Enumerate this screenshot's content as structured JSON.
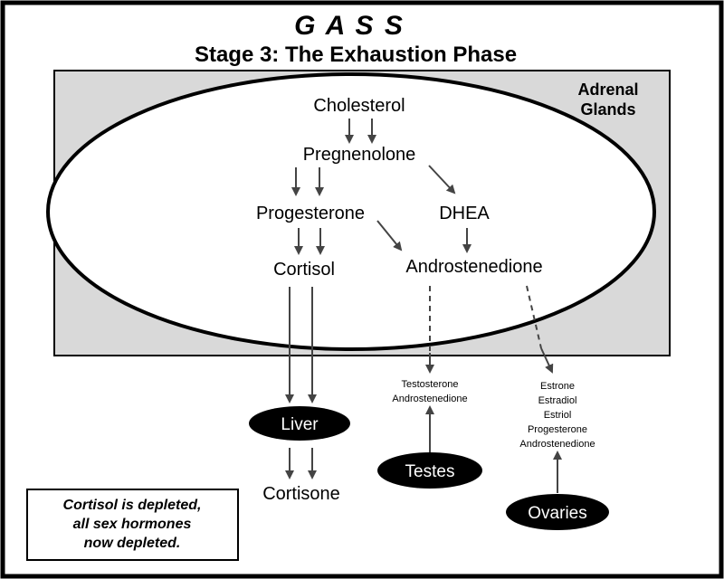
{
  "header": {
    "title": "G A S S",
    "subtitle": "Stage 3:  The Exhaustion Phase"
  },
  "adrenal": {
    "label_line1": "Adrenal",
    "label_line2": "Glands"
  },
  "nodes": {
    "cholesterol": "Cholesterol",
    "pregnenolone": "Pregnenolone",
    "progesterone": "Progesterone",
    "dhea": "DHEA",
    "cortisol": "Cortisol",
    "androstenedione": "Androstenedione",
    "cortisone": "Cortisone"
  },
  "organs": {
    "liver": "Liver",
    "testes": "Testes",
    "ovaries": "Ovaries"
  },
  "testes_hormones": [
    "Testosterone",
    "Androstenedione"
  ],
  "ovaries_hormones": [
    "Estrone",
    "Estradiol",
    "Estriol",
    "Progesterone",
    "Androstenedione"
  ],
  "note": {
    "line1": "Cortisol is depleted,",
    "line2": "all sex hormones",
    "line3": "now depleted."
  },
  "colors": {
    "panel_fill": "#d9d9d9",
    "organ_fill": "#000000",
    "arrow": "#444444"
  }
}
